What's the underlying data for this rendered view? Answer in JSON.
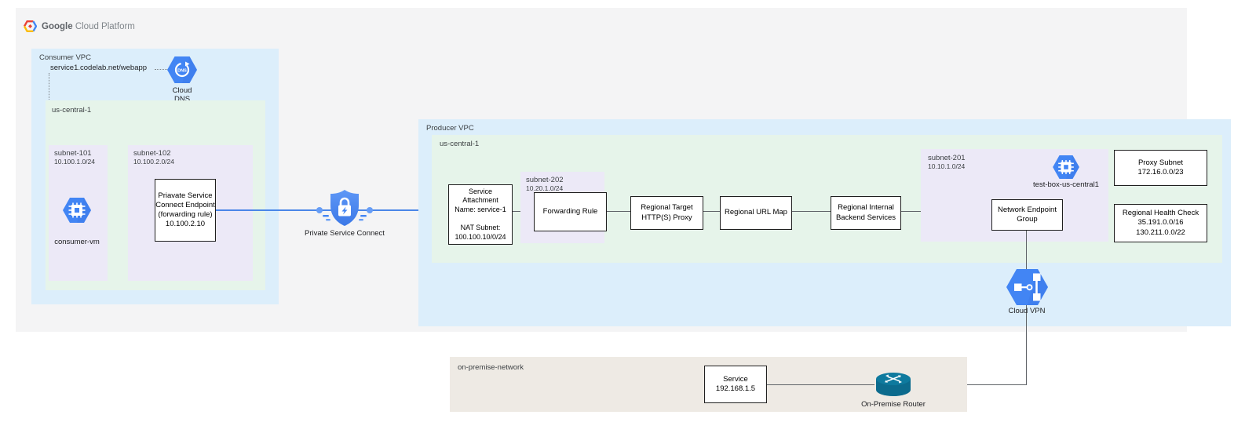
{
  "logo": {
    "brand_bold": "Google",
    "brand_rest": " Cloud Platform"
  },
  "colors": {
    "canvas_gray": "#f4f4f5",
    "vpc_blue": "#dceefb",
    "region_green": "#e6f4ea",
    "subnet_lavender": "#ece9f7",
    "onprem_beige": "#eeeae4",
    "icon_blue": "#4285f4",
    "connector_blue": "#4a86e8",
    "router_teal": "#0c6b8d"
  },
  "consumer_vpc": {
    "label": "Consumer VPC",
    "dns_record": "service1.codelab.net/webapp",
    "cloud_dns_label": "Cloud\nDNS",
    "region_label": "us-central-1",
    "subnet101": {
      "name": "subnet-101",
      "cidr": "10.100.1.0/24"
    },
    "consumer_vm_label": "consumer-vm",
    "subnet102": {
      "name": "subnet-102",
      "cidr": "10.100.2.0/24"
    },
    "psc_endpoint_box": "Priavate Service\nConnect Endpoint\n(forwarding rule)\n10.100.2.10"
  },
  "psc": {
    "label": "Private Service Connect"
  },
  "producer_vpc": {
    "label": "Producer VPC",
    "region_label": "us-central-1",
    "service_attachment_box": "Service\nAttachment\nName: service-1\n\nNAT Subnet:\n100.100.10/0/24",
    "subnet202": {
      "name": "subnet-202",
      "cidr": "10.20.1.0/24"
    },
    "forwarding_rule_box": "Forwarding Rule",
    "target_proxy_box": "Regional Target\nHTTP(S) Proxy",
    "url_map_box": "Regional URL Map",
    "backend_services_box": "Regional Internal\nBackend Services",
    "subnet201": {
      "name": "subnet-201",
      "cidr": "10.10.1.0/24"
    },
    "test_box_label": "test-box-us-central1",
    "neg_box": "Network Endpoint\nGroup",
    "proxy_subnet_box": "Proxy Subnet\n172.16.0.0/23",
    "health_check_box": "Regional Health Check\n35.191.0.0/16\n130.211.0.0/22",
    "cloud_vpn_label": "Cloud VPN"
  },
  "on_premise": {
    "label": "on-premise-network",
    "service_box": "Service\n192.168.1.5",
    "router_label": "On-Premise Router"
  }
}
